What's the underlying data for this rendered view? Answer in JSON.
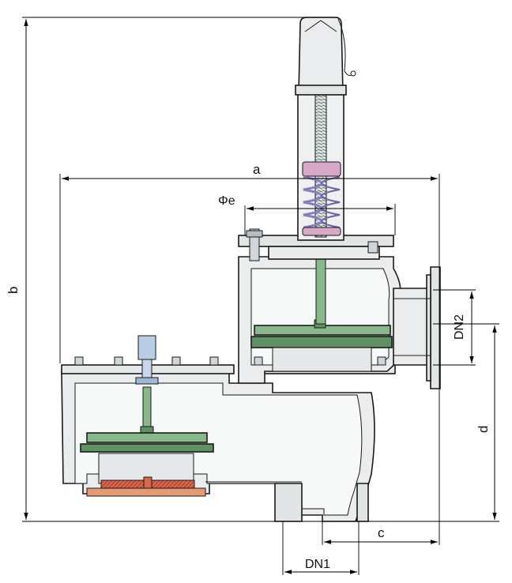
{
  "labels": {
    "a": "a",
    "b": "b",
    "c": "c",
    "d": "d",
    "phi_e": "Φe",
    "dn1": "DN1",
    "dn2": "DN2"
  },
  "colors": {
    "body_fill": "#eaeced",
    "body_shade": "#d9dcde",
    "disc_green": "#8ab88d",
    "disc_green_dark": "#5e9262",
    "spring_purple": "#8a7bc0",
    "spring_pink": "#d8a8c8",
    "screw_blue": "#b9cde6",
    "gasket_red": "#d9674c",
    "gasket_copper": "#e49a72",
    "line": "#1a1a1a"
  }
}
